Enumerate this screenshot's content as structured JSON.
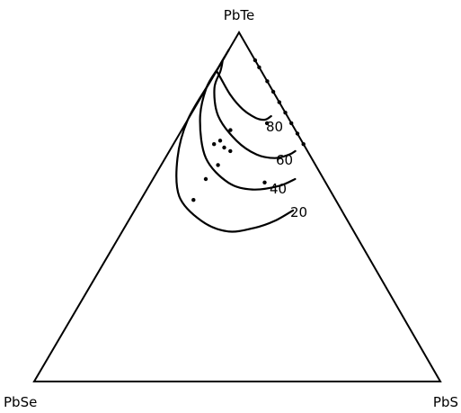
{
  "chart_data": {
    "type": "ternary",
    "vertices": {
      "top": "PbTe",
      "left": "PbSe",
      "right": "PbS"
    },
    "contour_labels": [
      "80",
      "60",
      "40",
      "20"
    ],
    "contours": [
      {
        "label": "80",
        "points": [
          [
            0.89,
            0.11,
            0.0
          ],
          [
            0.87,
            0.11,
            0.02
          ],
          [
            0.82,
            0.11,
            0.07
          ],
          [
            0.78,
            0.1,
            0.12
          ],
          [
            0.755,
            0.08,
            0.165
          ],
          [
            0.75,
            0.06,
            0.19
          ],
          [
            0.76,
            0.04,
            0.2
          ]
        ]
      },
      {
        "label": "60",
        "points": [
          [
            0.92,
            0.08,
            0.0
          ],
          [
            0.89,
            0.1,
            0.01
          ],
          [
            0.84,
            0.14,
            0.02
          ],
          [
            0.76,
            0.17,
            0.07
          ],
          [
            0.69,
            0.16,
            0.15
          ],
          [
            0.65,
            0.13,
            0.22
          ],
          [
            0.64,
            0.09,
            0.27
          ],
          [
            0.65,
            0.05,
            0.3
          ],
          [
            0.66,
            0.03,
            0.31
          ]
        ]
      },
      {
        "label": "40",
        "points": [
          [
            0.93,
            0.07,
            0.0
          ],
          [
            0.9,
            0.1,
            0.0
          ],
          [
            0.84,
            0.16,
            0.0
          ],
          [
            0.75,
            0.22,
            0.03
          ],
          [
            0.64,
            0.26,
            0.1
          ],
          [
            0.57,
            0.24,
            0.19
          ],
          [
            0.55,
            0.19,
            0.26
          ],
          [
            0.56,
            0.12,
            0.32
          ],
          [
            0.58,
            0.07,
            0.35
          ]
        ]
      },
      {
        "label": "20",
        "points": [
          [
            0.95,
            0.05,
            0.0
          ],
          [
            0.91,
            0.09,
            0.0
          ],
          [
            0.86,
            0.14,
            0.0
          ],
          [
            0.75,
            0.25,
            0.0
          ],
          [
            0.64,
            0.33,
            0.03
          ],
          [
            0.53,
            0.38,
            0.09
          ],
          [
            0.46,
            0.36,
            0.18
          ],
          [
            0.43,
            0.31,
            0.26
          ],
          [
            0.44,
            0.24,
            0.32
          ],
          [
            0.46,
            0.18,
            0.36
          ],
          [
            0.49,
            0.12,
            0.39
          ]
        ]
      }
    ],
    "points": [
      [
        0.92,
        0.0,
        0.08
      ],
      [
        0.9,
        0.0,
        0.1
      ],
      [
        0.86,
        0.0,
        0.14
      ],
      [
        0.83,
        0.0,
        0.17
      ],
      [
        0.8,
        0.0,
        0.2
      ],
      [
        0.77,
        0.0,
        0.23
      ],
      [
        0.74,
        0.0,
        0.26
      ],
      [
        0.71,
        0.0,
        0.29
      ],
      [
        0.68,
        0.0,
        0.32
      ],
      [
        0.72,
        0.16,
        0.12
      ],
      [
        0.69,
        0.2,
        0.11
      ],
      [
        0.68,
        0.22,
        0.1
      ],
      [
        0.67,
        0.2,
        0.13
      ],
      [
        0.66,
        0.19,
        0.15
      ],
      [
        0.62,
        0.24,
        0.14
      ],
      [
        0.58,
        0.29,
        0.13
      ],
      [
        0.52,
        0.35,
        0.13
      ],
      [
        0.57,
        0.15,
        0.28
      ],
      [
        0.74,
        0.06,
        0.2
      ]
    ]
  }
}
